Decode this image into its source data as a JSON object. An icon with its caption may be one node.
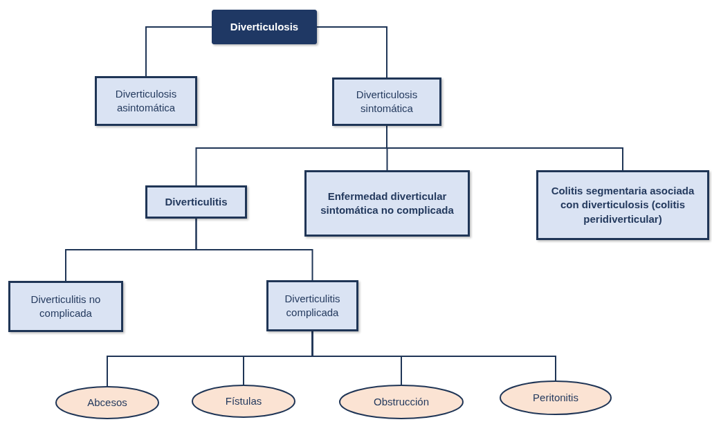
{
  "diagram": {
    "nodes": [
      {
        "text": [
          "Diverticulosis"
        ]
      },
      {
        "text": [
          "Diverticulosis asintomática"
        ]
      },
      {
        "text": [
          "Diverticulosis sintomática"
        ]
      },
      {
        "text": [
          "Diverticulitis"
        ]
      },
      {
        "text": [
          "Enfermedad diverticular sintomática no complicada"
        ]
      },
      {
        "text": [
          "Colitis segmentaria asociada con diverticulosis (colitis peridiverticular)"
        ]
      },
      {
        "text": [
          "Diverticulitis no complicada"
        ]
      },
      {
        "text": [
          "Diverticulitis complicada"
        ]
      },
      {
        "text": [
          "Abcesos"
        ]
      },
      {
        "text": [
          "Fístulas"
        ]
      },
      {
        "text": [
          "Obstrucción"
        ]
      },
      {
        "text": [
          "Peritonitis"
        ]
      }
    ],
    "edges": [
      {
        "from": 0,
        "to": 1,
        "arrow": "none"
      },
      {
        "from": 0,
        "to": 2,
        "arrow": "none"
      },
      {
        "from": 2,
        "to": 3,
        "arrow": "none"
      },
      {
        "from": 2,
        "to": 4,
        "arrow": "none"
      },
      {
        "from": 2,
        "to": 5,
        "arrow": "none"
      },
      {
        "from": 3,
        "to": 6,
        "arrow": "none"
      },
      {
        "from": 3,
        "to": 7,
        "arrow": "none"
      },
      {
        "from": 7,
        "to": 8,
        "arrow": "none"
      },
      {
        "from": 7,
        "to": 9,
        "arrow": "none"
      },
      {
        "from": 7,
        "to": 10,
        "arrow": "none"
      },
      {
        "from": 7,
        "to": 11,
        "arrow": "none"
      }
    ]
  }
}
